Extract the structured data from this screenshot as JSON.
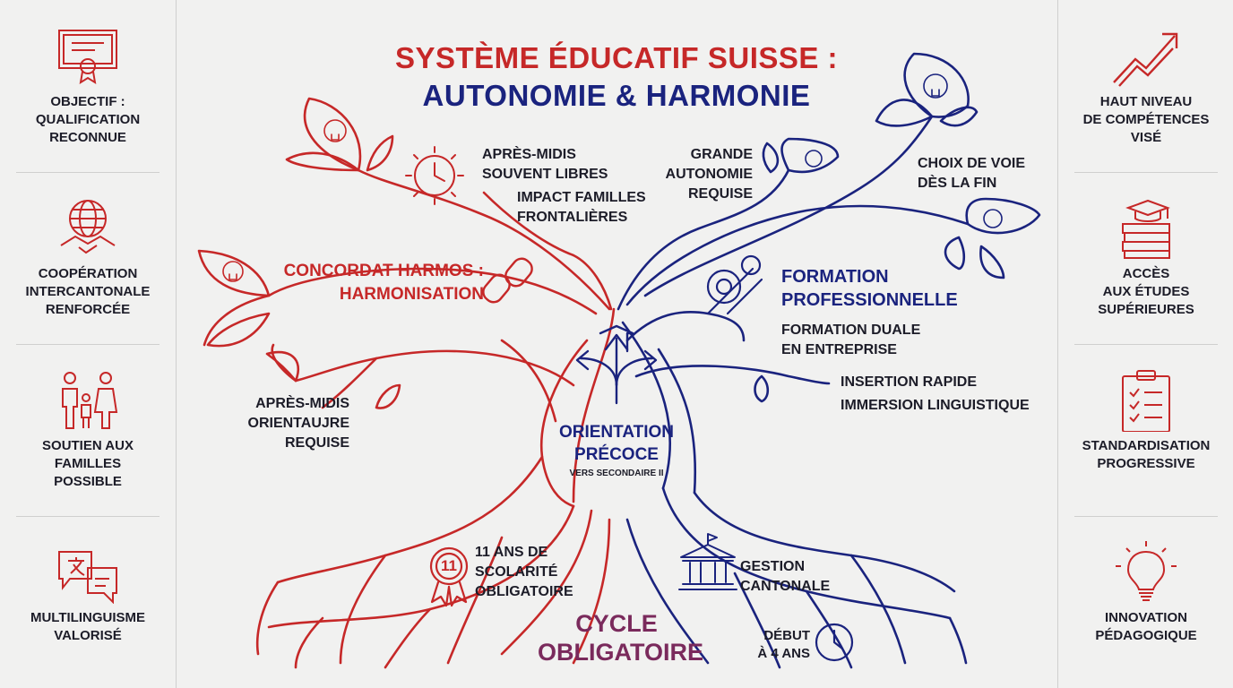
{
  "title": {
    "line1": "SYSTÈME ÉDUCATIF SUISSE :",
    "line2": "AUTONOMIE & HARMONIE"
  },
  "left_panel": [
    {
      "label": "OBJECTIF :\nQUALIFICATION\nRECONNUE",
      "icon": "certificate-icon"
    },
    {
      "label": "COOPÉRATION\nINTERCANTONALE\nRENFORCÉE",
      "icon": "globe-handshake-icon"
    },
    {
      "label": "SOUTIEN AUX\nFAMILLES\nPOSSIBLE",
      "icon": "family-icon"
    },
    {
      "label": "MULTILINGUISME\nVALORISÉ",
      "icon": "translation-icon"
    }
  ],
  "right_panel": [
    {
      "label": "HAUT NIVEAU\nDE COMPÉTENCES\nVISÉ",
      "icon": "trend-up-icon"
    },
    {
      "label": "ACCÈS\nAUX ÉTUDES\nSUPÉRIEURES",
      "icon": "books-graduation-cap-icon"
    },
    {
      "label": "STANDARDISATION\nPROGRESSIVE",
      "icon": "clipboard-checklist-icon"
    },
    {
      "label": "INNOVATION\nPÉDAGOGIQUE",
      "icon": "lightbulb-icon"
    }
  ],
  "tree": {
    "afternoons": "APRÈS-MIDIS\nSOUVENT LIBRES",
    "border_families": "IMPACT FAMILLES\nFRONTALIÈRES",
    "harmos": "CONCORDAT HARMOS :\nHARMONISATION",
    "afternoons_required": "APRÈS-MIDIS\nORIENTAUJRE\nREQUISE",
    "autonomy": "GRANDE\nAUTONOMIE\nREQUISE",
    "path_choice": "CHOIX DE VOIE\nDÈS LA FIN",
    "vocational": "FORMATION\nPROFESSIONNELLE",
    "dual_training": "FORMATION DUALE\nEN ENTREPRISE",
    "quick_insertion": "INSERTION RAPIDE",
    "immersion": "IMMERSION LINGUISTIQUE",
    "orientation_title": "ORIENTATION\nPRÉCOCE",
    "orientation_sub": "VERS SECONDAIRE II",
    "schooling": "11 ANS DE\nSCOLARITÉ\nOBLIGATOIRE",
    "badge_number": "11",
    "cantonal": "GESTION\nCANTONALE",
    "cycle": "CYCLE\nOBLIGATOIRE",
    "start_age": "DÉBUT\nÀ 4 ANS"
  },
  "colors": {
    "red": "#c62828",
    "navy": "#1a237e",
    "background": "#f1f1f0",
    "text": "#1c1c28"
  }
}
